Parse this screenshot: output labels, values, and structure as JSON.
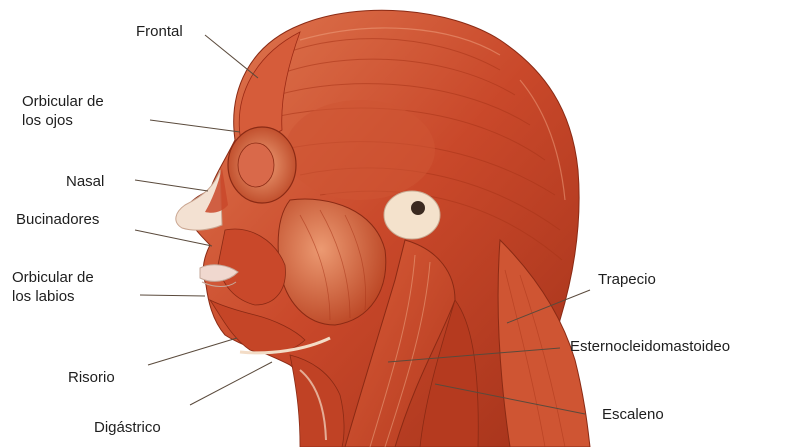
{
  "colors": {
    "muscle": "#c9482a",
    "muscle_dark": "#9b2a15",
    "muscle_light": "#e27c56",
    "tendon": "#f3dcc6",
    "leader": "#5a4a3c",
    "text": "#1e1e1e"
  },
  "labels": {
    "frontal": "Frontal",
    "orbicular_ojos_1": "Orbicular de",
    "orbicular_ojos_2": "los ojos",
    "nasal": "Nasal",
    "bucinadores": "Bucinadores",
    "orbicular_labios_1": "Orbicular de",
    "orbicular_labios_2": "los labios",
    "risorio": "Risorio",
    "digastrico": "Digástrico",
    "trapecio": "Trapecio",
    "esternocleidomastoideo": "Esternocleidomastoideo",
    "escaleno": "Escaleno"
  }
}
